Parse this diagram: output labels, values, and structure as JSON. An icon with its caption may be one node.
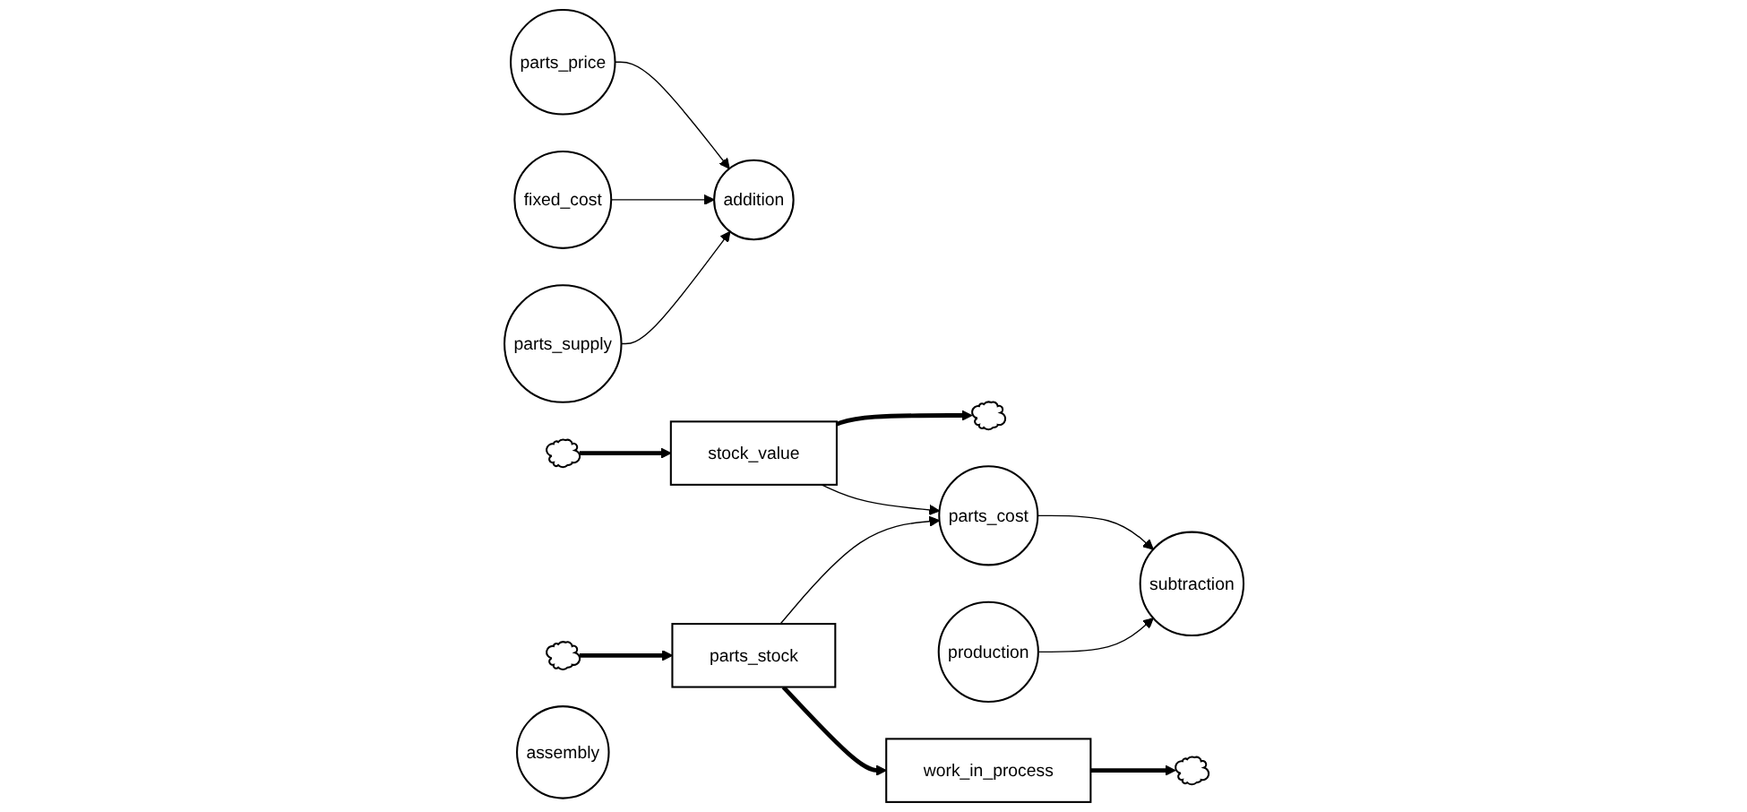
{
  "diagram": {
    "nodes": [
      {
        "text": [],
        "shape": "cloud"
      },
      {
        "text": [
          "addition"
        ]
      },
      {
        "text": [
          "stock_value"
        ]
      },
      {
        "text": [],
        "shape": "cloud"
      },
      {
        "text": [
          "subtraction"
        ]
      },
      {
        "text": [
          "parts_price"
        ]
      },
      {
        "text": [
          "fixed_cost"
        ]
      },
      {
        "text": [
          "parts_cost"
        ]
      },
      {
        "text": [],
        "shape": "cloud"
      },
      {
        "text": [
          "parts_supply"
        ]
      },
      {
        "text": [
          "parts_stock"
        ]
      },
      {
        "text": [
          "production"
        ]
      },
      {
        "text": [
          "work_in_process"
        ]
      },
      {
        "text": [
          "assembly"
        ]
      },
      {
        "text": [],
        "shape": "cloud"
      }
    ],
    "edges": [
      {
        "from": 0,
        "to": 2,
        "arrow": "to",
        "style": "thick"
      },
      {
        "from": 2,
        "to": 3,
        "arrow": "to",
        "style": "thick"
      },
      {
        "from": 5,
        "to": 1,
        "arrow": "to"
      },
      {
        "from": 6,
        "to": 1,
        "arrow": "to"
      },
      {
        "from": 9,
        "to": 1,
        "arrow": "to"
      },
      {
        "from": 2,
        "to": 7,
        "arrow": "to"
      },
      {
        "from": 7,
        "to": 4,
        "arrow": "to"
      },
      {
        "from": 10,
        "to": 7,
        "arrow": "to"
      },
      {
        "from": 11,
        "to": 4,
        "arrow": "to"
      },
      {
        "from": 8,
        "to": 10,
        "arrow": "to",
        "style": "thick"
      },
      {
        "from": 10,
        "to": 12,
        "arrow": "to",
        "style": "thick"
      },
      {
        "from": 12,
        "to": 14,
        "arrow": "to",
        "style": "thick"
      }
    ]
  }
}
